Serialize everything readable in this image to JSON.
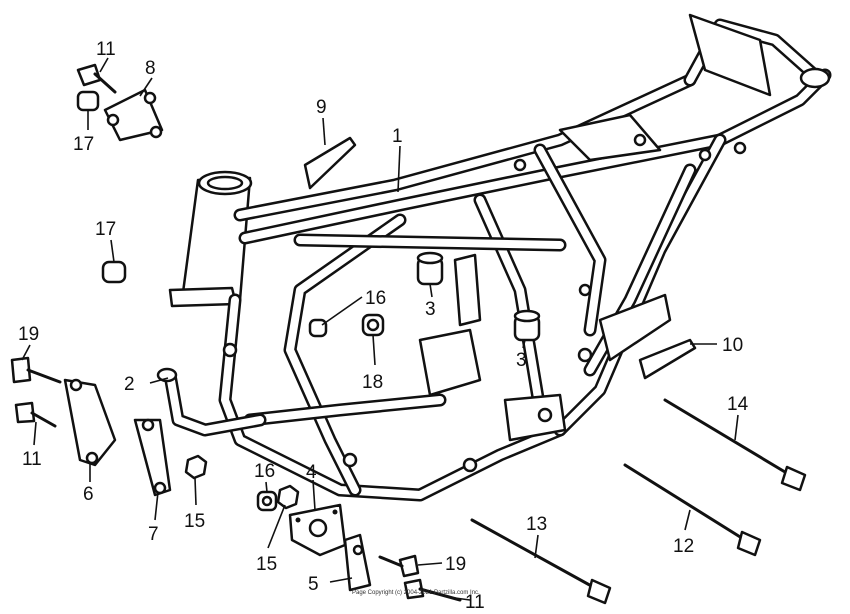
{
  "diagram": {
    "callouts": [
      {
        "id": "c1",
        "label": "1"
      },
      {
        "id": "c2",
        "label": "2"
      },
      {
        "id": "c3a",
        "label": "3"
      },
      {
        "id": "c3b",
        "label": "3"
      },
      {
        "id": "c4",
        "label": "4"
      },
      {
        "id": "c5",
        "label": "5"
      },
      {
        "id": "c6",
        "label": "6"
      },
      {
        "id": "c7",
        "label": "7"
      },
      {
        "id": "c8",
        "label": "8"
      },
      {
        "id": "c9",
        "label": "9"
      },
      {
        "id": "c10",
        "label": "10"
      },
      {
        "id": "c11a",
        "label": "11"
      },
      {
        "id": "c11b",
        "label": "11"
      },
      {
        "id": "c11c",
        "label": "11"
      },
      {
        "id": "c12",
        "label": "12"
      },
      {
        "id": "c13",
        "label": "13"
      },
      {
        "id": "c14",
        "label": "14"
      },
      {
        "id": "c15a",
        "label": "15"
      },
      {
        "id": "c15b",
        "label": "15"
      },
      {
        "id": "c16a",
        "label": "16"
      },
      {
        "id": "c16b",
        "label": "16"
      },
      {
        "id": "c17a",
        "label": "17"
      },
      {
        "id": "c17b",
        "label": "17"
      },
      {
        "id": "c18",
        "label": "18"
      },
      {
        "id": "c19a",
        "label": "19"
      },
      {
        "id": "c19b",
        "label": "19"
      }
    ],
    "copyright": "Page Copyright (c) 2004-2021 Partzilla.com Inc."
  }
}
